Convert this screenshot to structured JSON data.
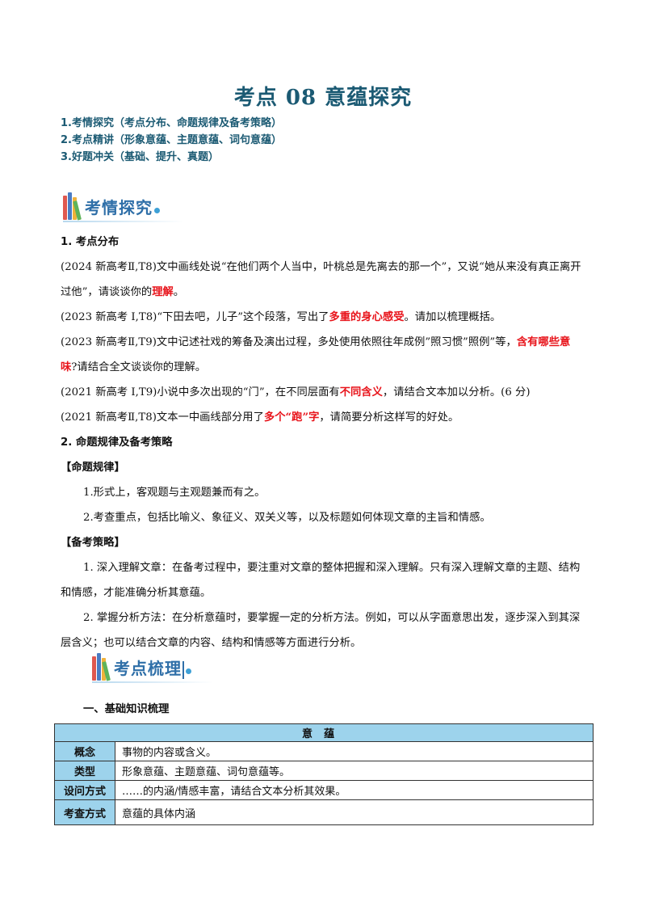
{
  "title": "考点 08 意蕴探究",
  "toc": [
    "1.考情探究（考点分布、命题规律及备考策略）",
    "2.考点精讲（形象意蕴、主题意蕴、词句意蕴）",
    "3.好题冲关（基础、提升、真题）"
  ],
  "banner1": "考情探究",
  "banner2": "考点梳理",
  "s1": {
    "heading": "1.  考点分布",
    "items": [
      {
        "pre": "(2024 新高考Ⅱ,T8)文中画线处说“在他们两个人当中，叶桃总是先离去的那一个”，又说“她从来没有真正离开过他”，请谈谈你的",
        "red": "理解",
        "post": "。"
      },
      {
        "pre": "(2023 新高考 I,T8)“下田去吧，儿子”这个段落，写出了",
        "red": "多重的身心感受",
        "post": "。请加以梳理概括。"
      },
      {
        "pre": "(2023 新高考Ⅱ,T9)文中记述社戏的筹备及演出过程，多处使用依照往年成例”照习惯”照例”等，",
        "red": "含有哪些意味",
        "post": "?请结合全文谈谈你的理解。"
      },
      {
        "pre": "(2021 新高考 I,T9)小说中多次出现的“门”，在不同层面有",
        "red": "不同含义",
        "post": "，请结合文本加以分析。(6 分)"
      },
      {
        "pre": "(2021 新高考Ⅱ,T8)文本一中画线部分用了",
        "red": "多个“跑”字",
        "post": "，请简要分析这样写的好处。"
      }
    ]
  },
  "s2": {
    "heading": "2.  命题规律及备考策略",
    "rule_label": "【命题规律】",
    "rules": [
      "1.形式上，客观题与主观题兼而有之。",
      "2.考查重点，包括比喻义、象征义、双关义等，以及标题如何体现文章的主旨和情感。"
    ],
    "strategy_label": "【备考策略】",
    "strategies": [
      "1. 深入理解文章：在备考过程中，要注重对文章的整体把握和深入理解。只有深入理解文章的主题、结构和情感，才能准确分析其意蕴。",
      "2. 掌握分析方法：在分析意蕴时，要掌握一定的分析方法。例如，可以从字面意思出发，逐步深入到其深层含义；也可以结合文章的内容、结构和情感等方面进行分析。"
    ]
  },
  "s3": {
    "heading": "一、基础知识梳理",
    "table": {
      "header": "意蕴",
      "rows": [
        {
          "label": "概念",
          "value": "事物的内容或含义。"
        },
        {
          "label": "类型",
          "value": "形象意蕴、主题意蕴、词句意蕴等。"
        },
        {
          "label": "设问方式",
          "value": "……的内涵/情感丰富，请结合文本分析其效果。"
        },
        {
          "label": "考查方式",
          "value": "意蕴的具体内涵"
        }
      ]
    }
  },
  "colors": {
    "title": "#1b5a73",
    "emphasis": "#e8141b",
    "table_header": "#9dd3ec",
    "banner": "#2f6fa8"
  }
}
